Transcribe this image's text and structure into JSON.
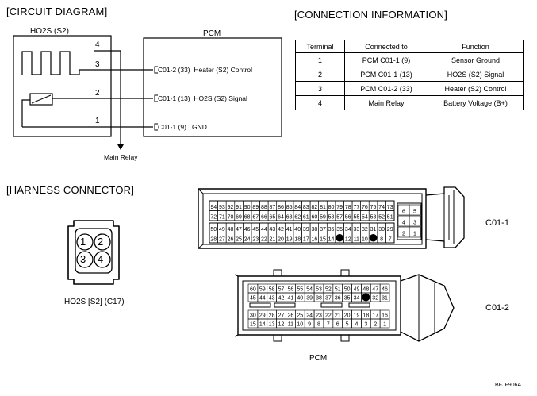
{
  "circuit": {
    "title": "[CIRCUIT DIAGRAM]",
    "sensor": "HO2S (S2)",
    "ecu": "PCM",
    "pins": [
      "4",
      "3",
      "2",
      "1"
    ],
    "signals": [
      {
        "label": "C01-2 (33)  Heater (S2) Control"
      },
      {
        "label": "C01-1 (13)  HO2S (S2) Signal"
      },
      {
        "label": "C01-1 (9)   GND"
      }
    ],
    "relay": "Main Relay"
  },
  "connection": {
    "title": "[CONNECTION INFORMATION]",
    "headers": [
      "Terminal",
      "Connected to",
      "Function"
    ],
    "rows": [
      [
        "1",
        "PCM C01-1 (9)",
        "Sensor Ground"
      ],
      [
        "2",
        "PCM C01-1 (13)",
        "HO2S (S2) Signal"
      ],
      [
        "3",
        "PCM C01-2 (33)",
        "Heater (S2) Control"
      ],
      [
        "4",
        "Main Relay",
        "Battery Voltage (B+)"
      ]
    ]
  },
  "harness": {
    "title": "[HARNESS CONNECTOR]",
    "small_pins": [
      "1",
      "2",
      "3",
      "4"
    ],
    "small_caption": "HO2S [S2] (C17)",
    "c011": {
      "label": "C01-1",
      "row1": [
        "94",
        "93",
        "92",
        "91",
        "90",
        "89",
        "88",
        "87",
        "86",
        "85",
        "84",
        "83",
        "82",
        "81",
        "80",
        "79",
        "78",
        "77",
        "76",
        "75",
        "74",
        "73"
      ],
      "row2": [
        "72",
        "71",
        "70",
        "69",
        "68",
        "67",
        "66",
        "65",
        "64",
        "63",
        "62",
        "61",
        "60",
        "59",
        "58",
        "57",
        "56",
        "55",
        "54",
        "53",
        "52",
        "51"
      ],
      "row3": [
        "50",
        "49",
        "48",
        "47",
        "46",
        "45",
        "44",
        "43",
        "42",
        "41",
        "40",
        "39",
        "38",
        "37",
        "36",
        "35",
        "34",
        "33",
        "32",
        "31",
        "30",
        "29"
      ],
      "row4": [
        "28",
        "27",
        "26",
        "25",
        "24",
        "23",
        "22",
        "21",
        "20",
        "19",
        "18",
        "17",
        "16",
        "15",
        "14",
        "",
        "12",
        "11",
        "10",
        "",
        "8",
        "7"
      ],
      "side": [
        "6",
        "5",
        "4",
        "3",
        "2",
        "1"
      ]
    },
    "c012": {
      "label": "C01-2",
      "row1": [
        "60",
        "59",
        "58",
        "57",
        "56",
        "55",
        "54",
        "53",
        "52",
        "51",
        "50",
        "49",
        "48",
        "47",
        "46"
      ],
      "row2": [
        "45",
        "44",
        "43",
        "42",
        "41",
        "40",
        "39",
        "38",
        "37",
        "36",
        "35",
        "34",
        "",
        "32",
        "31"
      ],
      "row3": [
        "30",
        "29",
        "28",
        "27",
        "26",
        "25",
        "24",
        "23",
        "22",
        "21",
        "20",
        "19",
        "18",
        "17",
        "16"
      ],
      "row4": [
        "15",
        "14",
        "13",
        "12",
        "11",
        "10",
        "9",
        "8",
        "7",
        "6",
        "5",
        "4",
        "3",
        "2",
        "1"
      ]
    },
    "pcm_caption": "PCM"
  },
  "figure_code": "BFJF906A"
}
